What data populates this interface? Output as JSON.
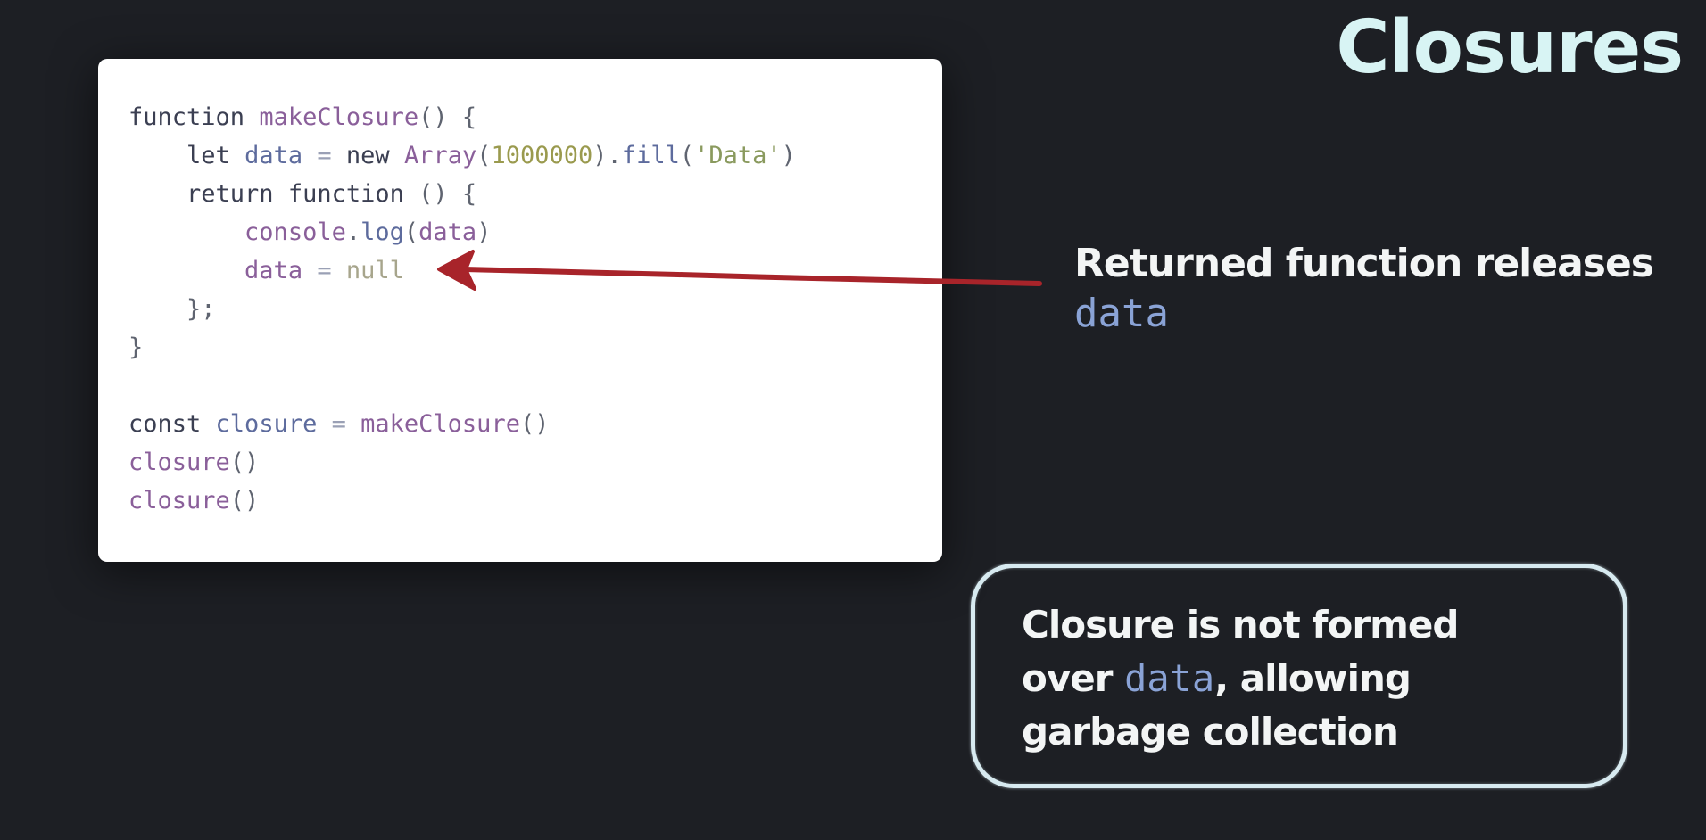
{
  "slide": {
    "title": "Closures"
  },
  "code": {
    "line1": {
      "kw": "function",
      "fn": "makeClosure",
      "rest": "() {"
    },
    "line2": {
      "kw": "let",
      "var": "data",
      "op": "=",
      "kw2": "new",
      "cls": "Array",
      "p1": "(",
      "num": "1000000",
      "p2": ").",
      "fn": "fill",
      "p3": "(",
      "str": "'Data'",
      "p4": ")"
    },
    "line3": {
      "kw": "return",
      "kw2": "function",
      "rest": "() {"
    },
    "line4": {
      "obj": "console",
      "dot": ".",
      "fn": "log",
      "p1": "(",
      "var": "data",
      "p2": ")"
    },
    "line5": {
      "var": "data",
      "op": "=",
      "nul": "null"
    },
    "line6": {
      "rest": "};"
    },
    "line7": {
      "rest": "}"
    },
    "line9": {
      "kw": "const",
      "var": "closure",
      "op": "=",
      "fn": "makeClosure",
      "rest": "()"
    },
    "line10": {
      "fn": "closure",
      "rest": "()"
    },
    "line11": {
      "fn": "closure",
      "rest": "()"
    }
  },
  "annotation_arrow": {
    "color": "#a8242a"
  },
  "note1": {
    "text": "Returned function releases",
    "code": "data"
  },
  "note2": {
    "text1": "Closure is not formed over",
    "code": "data",
    "text2": ", allowing garbage collection"
  }
}
